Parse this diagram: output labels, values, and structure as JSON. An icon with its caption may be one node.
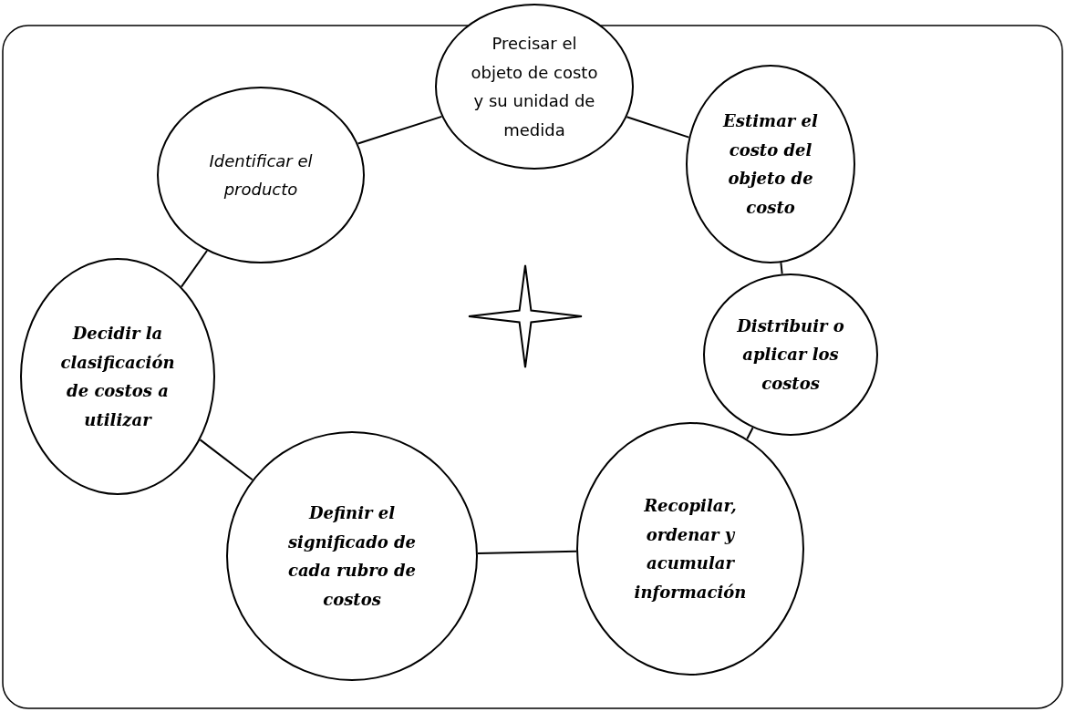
{
  "diagram": {
    "nodes": [
      {
        "text": [
          "Precisar el objeto de costo y su unidad de medida"
        ]
      },
      {
        "text": [
          "Estimar el costo del objeto de costo"
        ]
      },
      {
        "text": [
          "Distribuir o aplicar los costos"
        ]
      },
      {
        "text": [
          "Recopilar, ordenar y acumular información"
        ]
      },
      {
        "text": [
          "Definir el significado de cada rubro de costos"
        ]
      },
      {
        "text": [
          "Decidir la clasificación de costos a utilizar"
        ]
      },
      {
        "text": [
          "Identificar el producto"
        ]
      }
    ],
    "edges": [
      {
        "from": 0,
        "to": 1,
        "arrow": "none"
      },
      {
        "from": 1,
        "to": 2,
        "arrow": "none"
      },
      {
        "from": 2,
        "to": 3,
        "arrow": "none"
      },
      {
        "from": 3,
        "to": 4,
        "arrow": "none"
      },
      {
        "from": 4,
        "to": 5,
        "arrow": "none"
      },
      {
        "from": 5,
        "to": 6,
        "arrow": "none"
      },
      {
        "from": 6,
        "to": 0,
        "arrow": "none"
      }
    ]
  }
}
